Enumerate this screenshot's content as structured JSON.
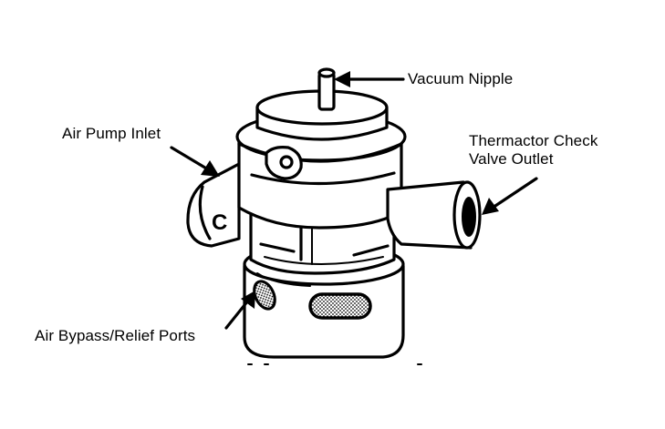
{
  "labels": {
    "vacuum_nipple": "Vacuum Nipple",
    "air_pump_inlet": "Air Pump Inlet",
    "thermactor_line1": "Thermactor Check",
    "thermactor_line2": "Valve Outlet",
    "air_bypass": "Air Bypass/Relief Ports"
  },
  "colors": {
    "ink": "#000000",
    "paper": "#ffffff"
  }
}
